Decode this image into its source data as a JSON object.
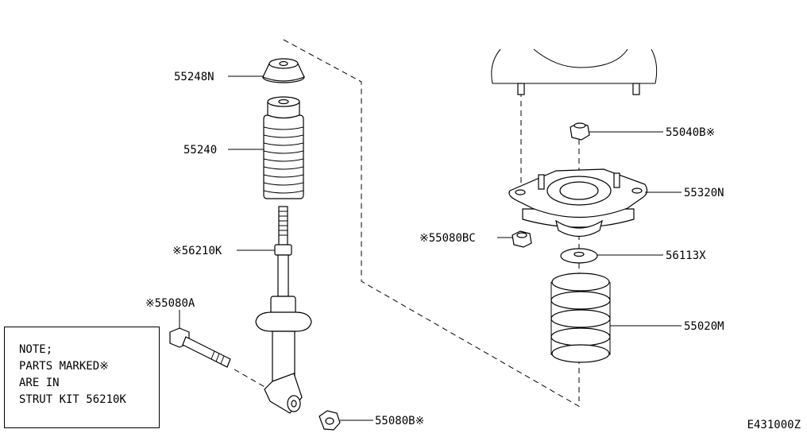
{
  "labels": {
    "bound_cup": "55248N",
    "bound_bumper": "55240",
    "strut_kit": "※56210K",
    "bolt": "※55080A",
    "nut_bottom": "55080B※",
    "nut_top": "55040B※",
    "mount_insulator": "55320N",
    "nut_mount": "※55080BC",
    "spring_seat": "56113X",
    "coil_spring": "55020M"
  },
  "note": {
    "line1": "NOTE;",
    "line2": "PARTS MARKED※",
    "line3": "ARE IN",
    "line4": "STRUT KIT 56210K"
  },
  "diagram_code": "E431000Z"
}
